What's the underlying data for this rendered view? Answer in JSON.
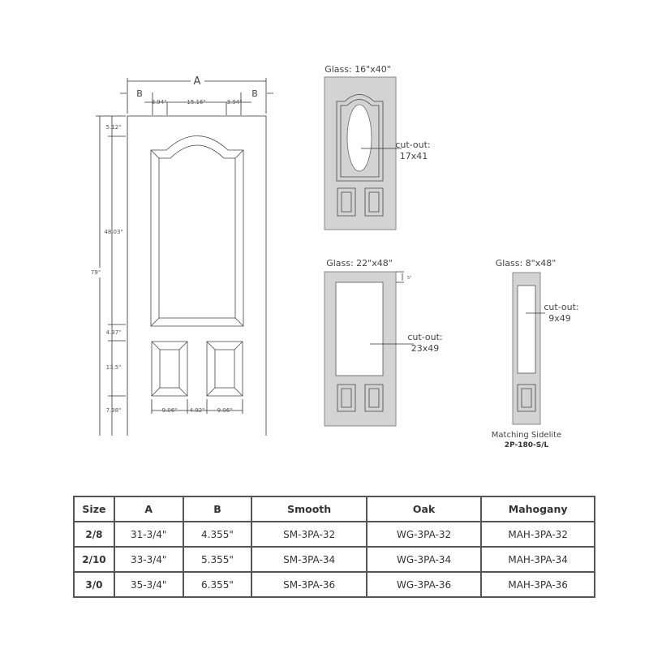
{
  "main_door": {
    "labels": {
      "A": "A",
      "B_left": "B",
      "B_right": "B"
    },
    "top_dims": [
      "3.94\"",
      "15.16\"",
      "3.94\""
    ],
    "height_total": "79\"",
    "left_dims": [
      "5.12\"",
      "48.03\"",
      "4.37\"",
      "13.5\"",
      "7.98\""
    ],
    "bottom_dims": [
      "9.06\"",
      "4.92\"",
      "9.06\""
    ]
  },
  "variants": [
    {
      "glass": "Glass: 16\"x40\"",
      "cutout_label": "cut-out:",
      "cutout_size": "17x41"
    },
    {
      "glass": "Glass: 22\"x48\"",
      "cutout_label": "cut-out:",
      "cutout_size": "23x49",
      "top_dim": "5\""
    },
    {
      "glass": "Glass: 8\"x48\"",
      "cutout_label": "cut-out:",
      "cutout_size": "9x49",
      "caption": "Matching Sidelite",
      "model": "2P-180-S/L"
    }
  ],
  "table": {
    "headers": [
      "Size",
      "A",
      "B",
      "Smooth",
      "Oak",
      "Mahogany"
    ],
    "rows": [
      [
        "2/8",
        "31-3/4\"",
        "4.355\"",
        "SM-3PA-32",
        "WG-3PA-32",
        "MAH-3PA-32"
      ],
      [
        "2/10",
        "33-3/4\"",
        "5.355\"",
        "SM-3PA-34",
        "WG-3PA-34",
        "MAH-3PA-34"
      ],
      [
        "3/0",
        "35-3/4\"",
        "6.355\"",
        "SM-3PA-36",
        "WG-3PA-36",
        "MAH-3PA-36"
      ]
    ]
  }
}
